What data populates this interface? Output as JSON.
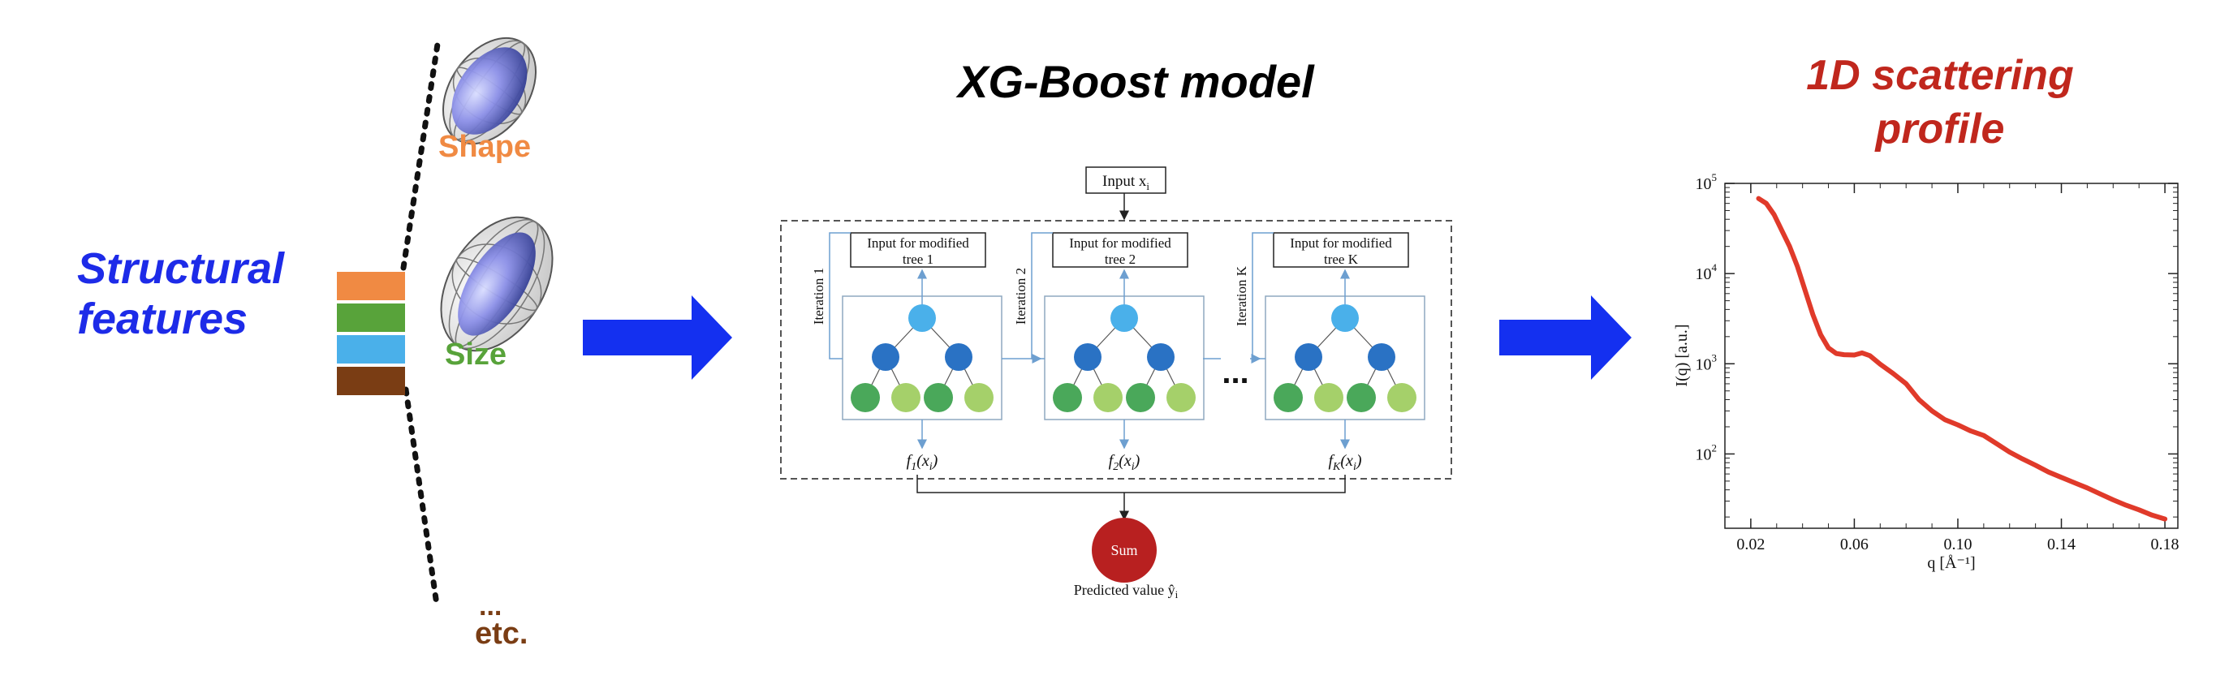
{
  "left": {
    "title_line1": "Structural",
    "title_line2": "features",
    "shape_label": "Shape",
    "size_label": "Size",
    "dots": "...",
    "etc_label": "etc.",
    "feature_colors": [
      "#f08a43",
      "#58a33a",
      "#4ab0ea",
      "#7a3d14"
    ]
  },
  "model": {
    "title": "XG-Boost model",
    "input_label": "Input x",
    "input_sub": "i",
    "trees": [
      {
        "box_line1": "Input for modified",
        "box_line2": "tree 1",
        "iteration": "Iteration 1",
        "f_name": "f",
        "f_sub": "1",
        "f_arg": "(x",
        "f_arg_sub": "i",
        "f_close": ")"
      },
      {
        "box_line1": "Input for modified",
        "box_line2": "tree 2",
        "iteration": "Iteration 2",
        "f_name": "f",
        "f_sub": "2",
        "f_arg": "(x",
        "f_arg_sub": "i",
        "f_close": ")"
      },
      {
        "box_line1": "Input for modified",
        "box_line2": "tree K",
        "iteration": "Iteration K",
        "f_name": "f",
        "f_sub": "K",
        "f_arg": "(x",
        "f_arg_sub": "i",
        "f_close": ")"
      }
    ],
    "ellipsis": "...",
    "sum_label": "Sum",
    "predicted_label": "Predicted value ŷ",
    "predicted_sub": "i",
    "colors": {
      "root": "#4ab0ea",
      "mid": "#2a72c4",
      "leaf_dark": "#4aa85a",
      "leaf_light": "#a5d06a",
      "sum": "#b82020"
    }
  },
  "profile": {
    "title_line1": "1D scattering",
    "title_line2": "profile",
    "xlabel": "q [Å⁻¹]",
    "ylabel": "I(q) [a.u.]",
    "xticks": [
      "0.02",
      "0.06",
      "0.10",
      "0.14",
      "0.18"
    ],
    "yticks": [
      {
        "base": "10",
        "exp": "2"
      },
      {
        "base": "10",
        "exp": "3"
      },
      {
        "base": "10",
        "exp": "4"
      },
      {
        "base": "10",
        "exp": "5"
      }
    ],
    "line_color": "#e03a2a"
  },
  "chart_data": {
    "type": "line",
    "title": "1D scattering profile",
    "xlabel": "q [Å⁻¹]",
    "ylabel": "I(q) [a.u.]",
    "xlim": [
      0.01,
      0.185
    ],
    "ylim": [
      15,
      100000
    ],
    "yscale": "log",
    "grid": false,
    "series": [
      {
        "x": [
          0.023,
          0.026,
          0.029,
          0.032,
          0.035,
          0.038,
          0.041,
          0.044,
          0.047,
          0.05,
          0.053,
          0.056,
          0.06,
          0.063,
          0.066,
          0.07,
          0.075,
          0.08,
          0.085,
          0.09,
          0.095,
          0.1,
          0.105,
          0.11,
          0.115,
          0.12,
          0.125,
          0.13,
          0.135,
          0.14,
          0.145,
          0.15,
          0.155,
          0.16,
          0.165,
          0.17,
          0.175,
          0.18
        ],
        "y": [
          68000,
          60000,
          45000,
          30000,
          20000,
          12000,
          6500,
          3500,
          2100,
          1500,
          1300,
          1260,
          1250,
          1320,
          1230,
          990,
          780,
          600,
          400,
          300,
          240,
          210,
          180,
          160,
          130,
          105,
          88,
          75,
          63,
          55,
          48,
          42,
          36,
          31,
          27,
          24,
          21,
          19
        ]
      }
    ]
  }
}
